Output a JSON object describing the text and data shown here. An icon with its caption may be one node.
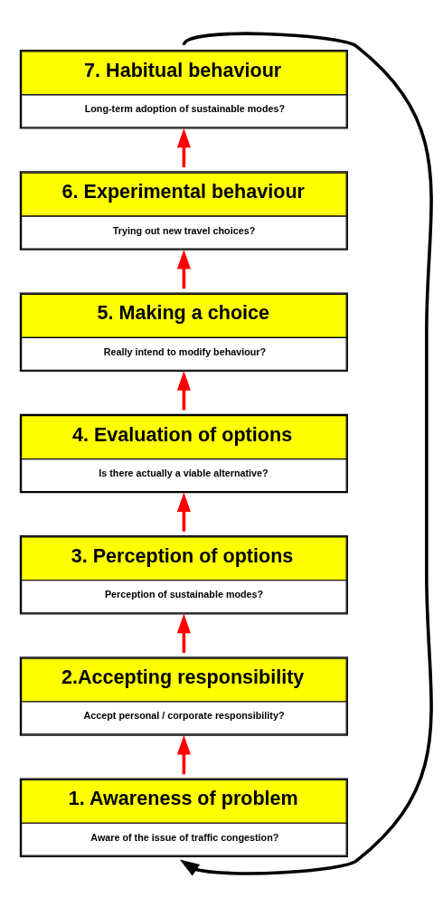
{
  "diagram": {
    "nodes": [
      {
        "text": [
          "1. Awareness of problem",
          "Aware of the issue of traffic congestion?"
        ]
      },
      {
        "text": [
          "2.Accepting responsibility",
          "Accept personal / corporate responsibility?"
        ]
      },
      {
        "text": [
          "3. Perception of options",
          "Perception of sustainable modes?"
        ]
      },
      {
        "text": [
          "4. Evaluation of options",
          "Is there actually a viable alternative?"
        ]
      },
      {
        "text": [
          "5. Making a choice",
          "Really intend to modify behaviour?"
        ]
      },
      {
        "text": [
          "6. Experimental behaviour",
          "Trying out new travel choices?"
        ]
      },
      {
        "text": [
          "7. Habitual behaviour",
          "Long-term adoption of sustainable modes?"
        ]
      }
    ],
    "edges": [
      {
        "from": 0,
        "to": 1,
        "arrow": "to",
        "color": "#ff0000"
      },
      {
        "from": 1,
        "to": 2,
        "arrow": "to",
        "color": "#ff0000"
      },
      {
        "from": 2,
        "to": 3,
        "arrow": "to",
        "color": "#ff0000"
      },
      {
        "from": 3,
        "to": 4,
        "arrow": "to",
        "color": "#ff0000"
      },
      {
        "from": 4,
        "to": 5,
        "arrow": "to",
        "color": "#ff0000"
      },
      {
        "from": 5,
        "to": 6,
        "arrow": "to",
        "color": "#ff0000"
      },
      {
        "from": 6,
        "to": 0,
        "arrow": "to",
        "color": "#000000"
      }
    ]
  }
}
